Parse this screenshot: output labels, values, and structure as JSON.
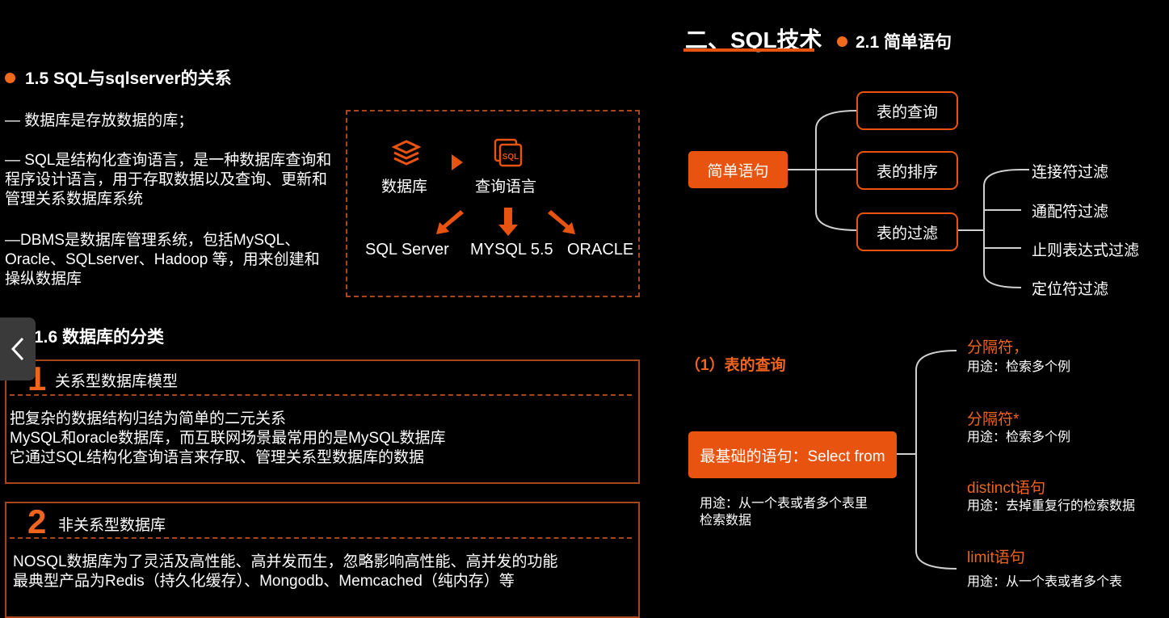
{
  "left": {
    "s15": {
      "title": "1.5  SQL与sqlserver的关系"
    },
    "paras": [
      "— 数据库是存放数据的库；",
      "—  SQL是结构化查询语言，是一种数据库查询和程序设计语言，用于存取数据以及查询、更新和管理关系数据库系统",
      "—DBMS是数据库管理系统，包括MySQL、Oracle、SQLserver、Hadoop   等，用来创建和操纵数据库"
    ],
    "diagram": {
      "db_label": "数据库",
      "query_label": "查询语言",
      "products": [
        "SQL Server",
        "MYSQL 5.5",
        "ORACLE"
      ],
      "sql_badge": "SQL"
    },
    "s16": {
      "title": "1.6 数据库的分类"
    },
    "cards": [
      {
        "num": "1",
        "title": "关系型数据库模型",
        "lines": [
          "把复杂的数据结构归结为简单的二元关系",
          "MySQL和oracle数据库，而互联网场景最常用的是MySQL数据库",
          "它通过SQL结构化查询语言来存取、管理关系型数据库的数据"
        ]
      },
      {
        "num": "2",
        "title": "非关系型数据库",
        "lines": [
          "NOSQL数据库为了灵活及高性能、高并发而生，忽略影响高性能、高并发的功能",
          "最典型产品为Redis（持久化缓存）、Mongodb、Memcached（纯内存）等"
        ]
      }
    ]
  },
  "right": {
    "chapter": "二、SQL技术",
    "sub": "2.1 简单语句",
    "tree1": {
      "root": "简单语句",
      "children": [
        "表的查询",
        "表的排序",
        "表的过滤"
      ],
      "filters": [
        "连接符过滤",
        "通配符过滤",
        "止则表达式过滤",
        "定位符过滤"
      ]
    },
    "tree2": {
      "label": "（1）表的查询",
      "root": "最基础的语句：Select from",
      "root_desc": [
        "用途：从一个表或者多个表里",
        "检索数据"
      ],
      "branches": [
        {
          "title": "分隔符，",
          "desc": "用途：检索多个例"
        },
        {
          "title": "分隔符*",
          "desc": "用途：检索多个例"
        },
        {
          "title": "distinct语句",
          "desc": "用途：去掉重复行的检索数据"
        },
        {
          "title": "limit语句",
          "desc": "用途：从一个表或者多个表"
        }
      ]
    }
  },
  "nav": {
    "prev_icon": "chevron-left-icon"
  },
  "colors": {
    "accent": "#e8530f",
    "dashed": "#a8451a",
    "bg": "#000000"
  }
}
